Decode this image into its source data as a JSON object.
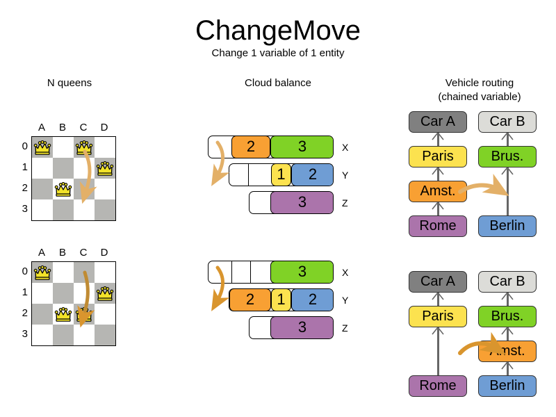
{
  "header": {
    "title": "ChangeMove",
    "subtitle": "Change 1 variable of 1 entity"
  },
  "columns": {
    "nqueens_title": "N queens",
    "cloud_title": "Cloud balance",
    "vrp_title_line1": "Vehicle routing",
    "vrp_title_line2": "(chained variable)"
  },
  "nqueens": {
    "column_labels": [
      "A",
      "B",
      "C",
      "D"
    ],
    "row_labels": [
      "0",
      "1",
      "2",
      "3"
    ],
    "before": {
      "queens": [
        {
          "col": 0,
          "row": 0
        },
        {
          "col": 2,
          "row": 0
        },
        {
          "col": 3,
          "row": 1
        },
        {
          "col": 1,
          "row": 2
        }
      ],
      "move_from": {
        "col": 2,
        "row": 0
      },
      "move_to": {
        "col": 2,
        "row": 2
      }
    },
    "after": {
      "queens": [
        {
          "col": 0,
          "row": 0
        },
        {
          "col": 3,
          "row": 1
        },
        {
          "col": 1,
          "row": 2
        },
        {
          "col": 2,
          "row": 2
        }
      ],
      "move_from": {
        "col": 2,
        "row": 0
      },
      "move_to": {
        "col": 2,
        "row": 2
      }
    }
  },
  "cloud_balance": {
    "row_labels": [
      "X",
      "Y",
      "Z"
    ],
    "before": {
      "rows": [
        {
          "label": "X",
          "segments": [
            {
              "value": "2",
              "color": "#f8a033",
              "width": 56
            },
            {
              "value": "3",
              "color": "#80d226",
              "width": 92
            }
          ],
          "empty_width": 33,
          "dividers": []
        },
        {
          "label": "Y",
          "segments": [
            {
              "value": "1",
              "color": "#fce24f",
              "width": 29
            },
            {
              "value": "2",
              "color": "#6f9dd4",
              "width": 62
            }
          ],
          "empty_width": 60,
          "dividers": [
            27
          ]
        },
        {
          "label": "Z",
          "segments": [
            {
              "value": "3",
              "color": "#ab74ab",
              "width": 92
            }
          ],
          "empty_width": 30,
          "dividers": []
        }
      ]
    },
    "after": {
      "rows": [
        {
          "label": "X",
          "segments": [
            {
              "value": "3",
              "color": "#80d226",
              "width": 92
            }
          ],
          "empty_width": 89,
          "dividers": [
            33,
            60
          ]
        },
        {
          "label": "Y",
          "segments": [
            {
              "value": "2",
              "color": "#f8a033",
              "width": 60
            },
            {
              "value": "1",
              "color": "#fce24f",
              "width": 29
            },
            {
              "value": "2",
              "color": "#6f9dd4",
              "width": 62
            }
          ],
          "empty_width": 0,
          "dividers": []
        },
        {
          "label": "Z",
          "segments": [
            {
              "value": "3",
              "color": "#ab74ab",
              "width": 92
            }
          ],
          "empty_width": 30,
          "dividers": []
        }
      ]
    }
  },
  "vehicle_routing": {
    "before": {
      "left_chain": [
        "Car A",
        "Paris",
        "Amst.",
        "Rome"
      ],
      "right_chain": [
        "Car B",
        "Brus.",
        "Berlin"
      ],
      "moved_node": "Amst."
    },
    "after": {
      "left_chain": [
        "Car A",
        "Paris",
        "Rome"
      ],
      "right_chain": [
        "Car B",
        "Brus.",
        "Amst.",
        "Berlin"
      ],
      "moved_node": "Amst."
    },
    "node_colors": {
      "Car A": "#808080",
      "Car B": "#dcdcd8",
      "Paris": "#fce24f",
      "Brus.": "#80d226",
      "Amst.": "#f8a033",
      "Rome": "#ab74ab",
      "Berlin": "#6f9dd4"
    }
  },
  "palette": {
    "arrow": "#e3b068",
    "board_dark": "#b6b6b3",
    "board_light": "#ffffff",
    "queen": "#f2e32a",
    "connector": "#666666"
  }
}
